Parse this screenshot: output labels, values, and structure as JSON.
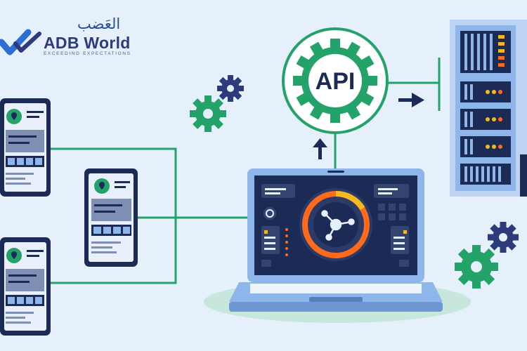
{
  "logo": {
    "arabic": "العَضب",
    "brand": "ADB World",
    "tagline": "EXCEEDING EXPECTATIONS"
  },
  "api_badge": {
    "label": "API"
  },
  "colors": {
    "background": "#e6f0fb",
    "navy": "#1c2b55",
    "green": "#23a36a",
    "blue": "#8fb6ea",
    "orange": "#ff6a1a",
    "yellow": "#f6b81f"
  },
  "icons": [
    "location-pin-icon",
    "gear-icon",
    "arrow-up-icon",
    "arrow-right-icon",
    "server-rack-icon",
    "laptop-icon"
  ]
}
